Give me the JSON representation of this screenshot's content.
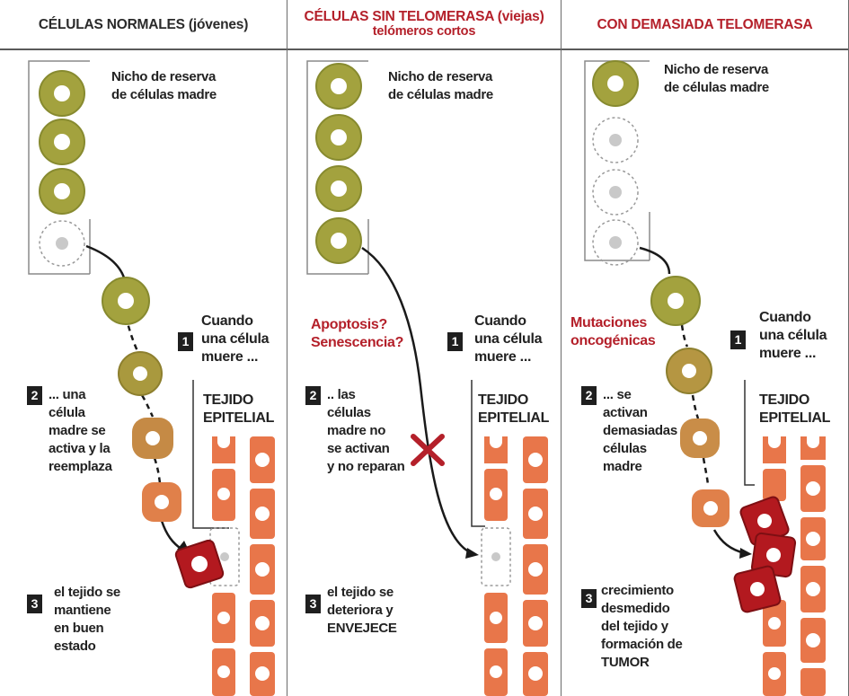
{
  "colors": {
    "stem_cell": "#a3a23e",
    "stem_cell_dark": "#878a2f",
    "transitioning_cell": "#c58a45",
    "epithelial_cell": "#e8764a",
    "dead_cell": "#b3191f",
    "title_red": "#b4202a",
    "text_dark": "#222222"
  },
  "panels": [
    {
      "title": [
        "CÉLULAS NORMALES (jóvenes)"
      ],
      "niche_label": [
        "Nicho de reserva",
        "de células madre"
      ],
      "step1": [
        "Cuando",
        "una célula",
        "muere ..."
      ],
      "tissue_label": [
        "TEJIDO",
        "EPITELIAL"
      ],
      "step2": [
        "... una",
        "célula",
        "madre se",
        "activa y la",
        "reemplaza"
      ],
      "step3": [
        "el tejido se",
        "mantiene",
        "en buen",
        "estado"
      ]
    },
    {
      "title": [
        "CÉLULAS SIN TELOMERASA (viejas)",
        "telómeros cortos"
      ],
      "niche_label": [
        "Nicho de reserva",
        "de células madre"
      ],
      "annotation": [
        "Apoptosis?",
        "Senescencia?"
      ],
      "step1": [
        "Cuando",
        "una célula",
        "muere ..."
      ],
      "tissue_label": [
        "TEJIDO",
        "EPITELIAL"
      ],
      "step2": [
        ".. las",
        "células",
        "madre no",
        "se activan",
        "y no reparan"
      ],
      "step3": [
        "el tejido se",
        "deteriora y",
        "ENVEJECE"
      ]
    },
    {
      "title": [
        "CON DEMASIADA TELOMERASA"
      ],
      "niche_label": [
        "Nicho de reserva",
        "de células madre"
      ],
      "annotation": [
        "Mutaciones",
        "oncogénicas"
      ],
      "step1": [
        "Cuando",
        "una célula",
        "muere ..."
      ],
      "tissue_label": [
        "TEJIDO",
        "EPITELIAL"
      ],
      "step2": [
        "... se",
        "activan",
        "demasiadas",
        "células",
        "madre"
      ],
      "step3": [
        "crecimiento",
        "desmedido",
        "del tejido y",
        "formación de",
        "TUMOR"
      ]
    }
  ],
  "step_numbers": [
    "1",
    "2",
    "3"
  ]
}
